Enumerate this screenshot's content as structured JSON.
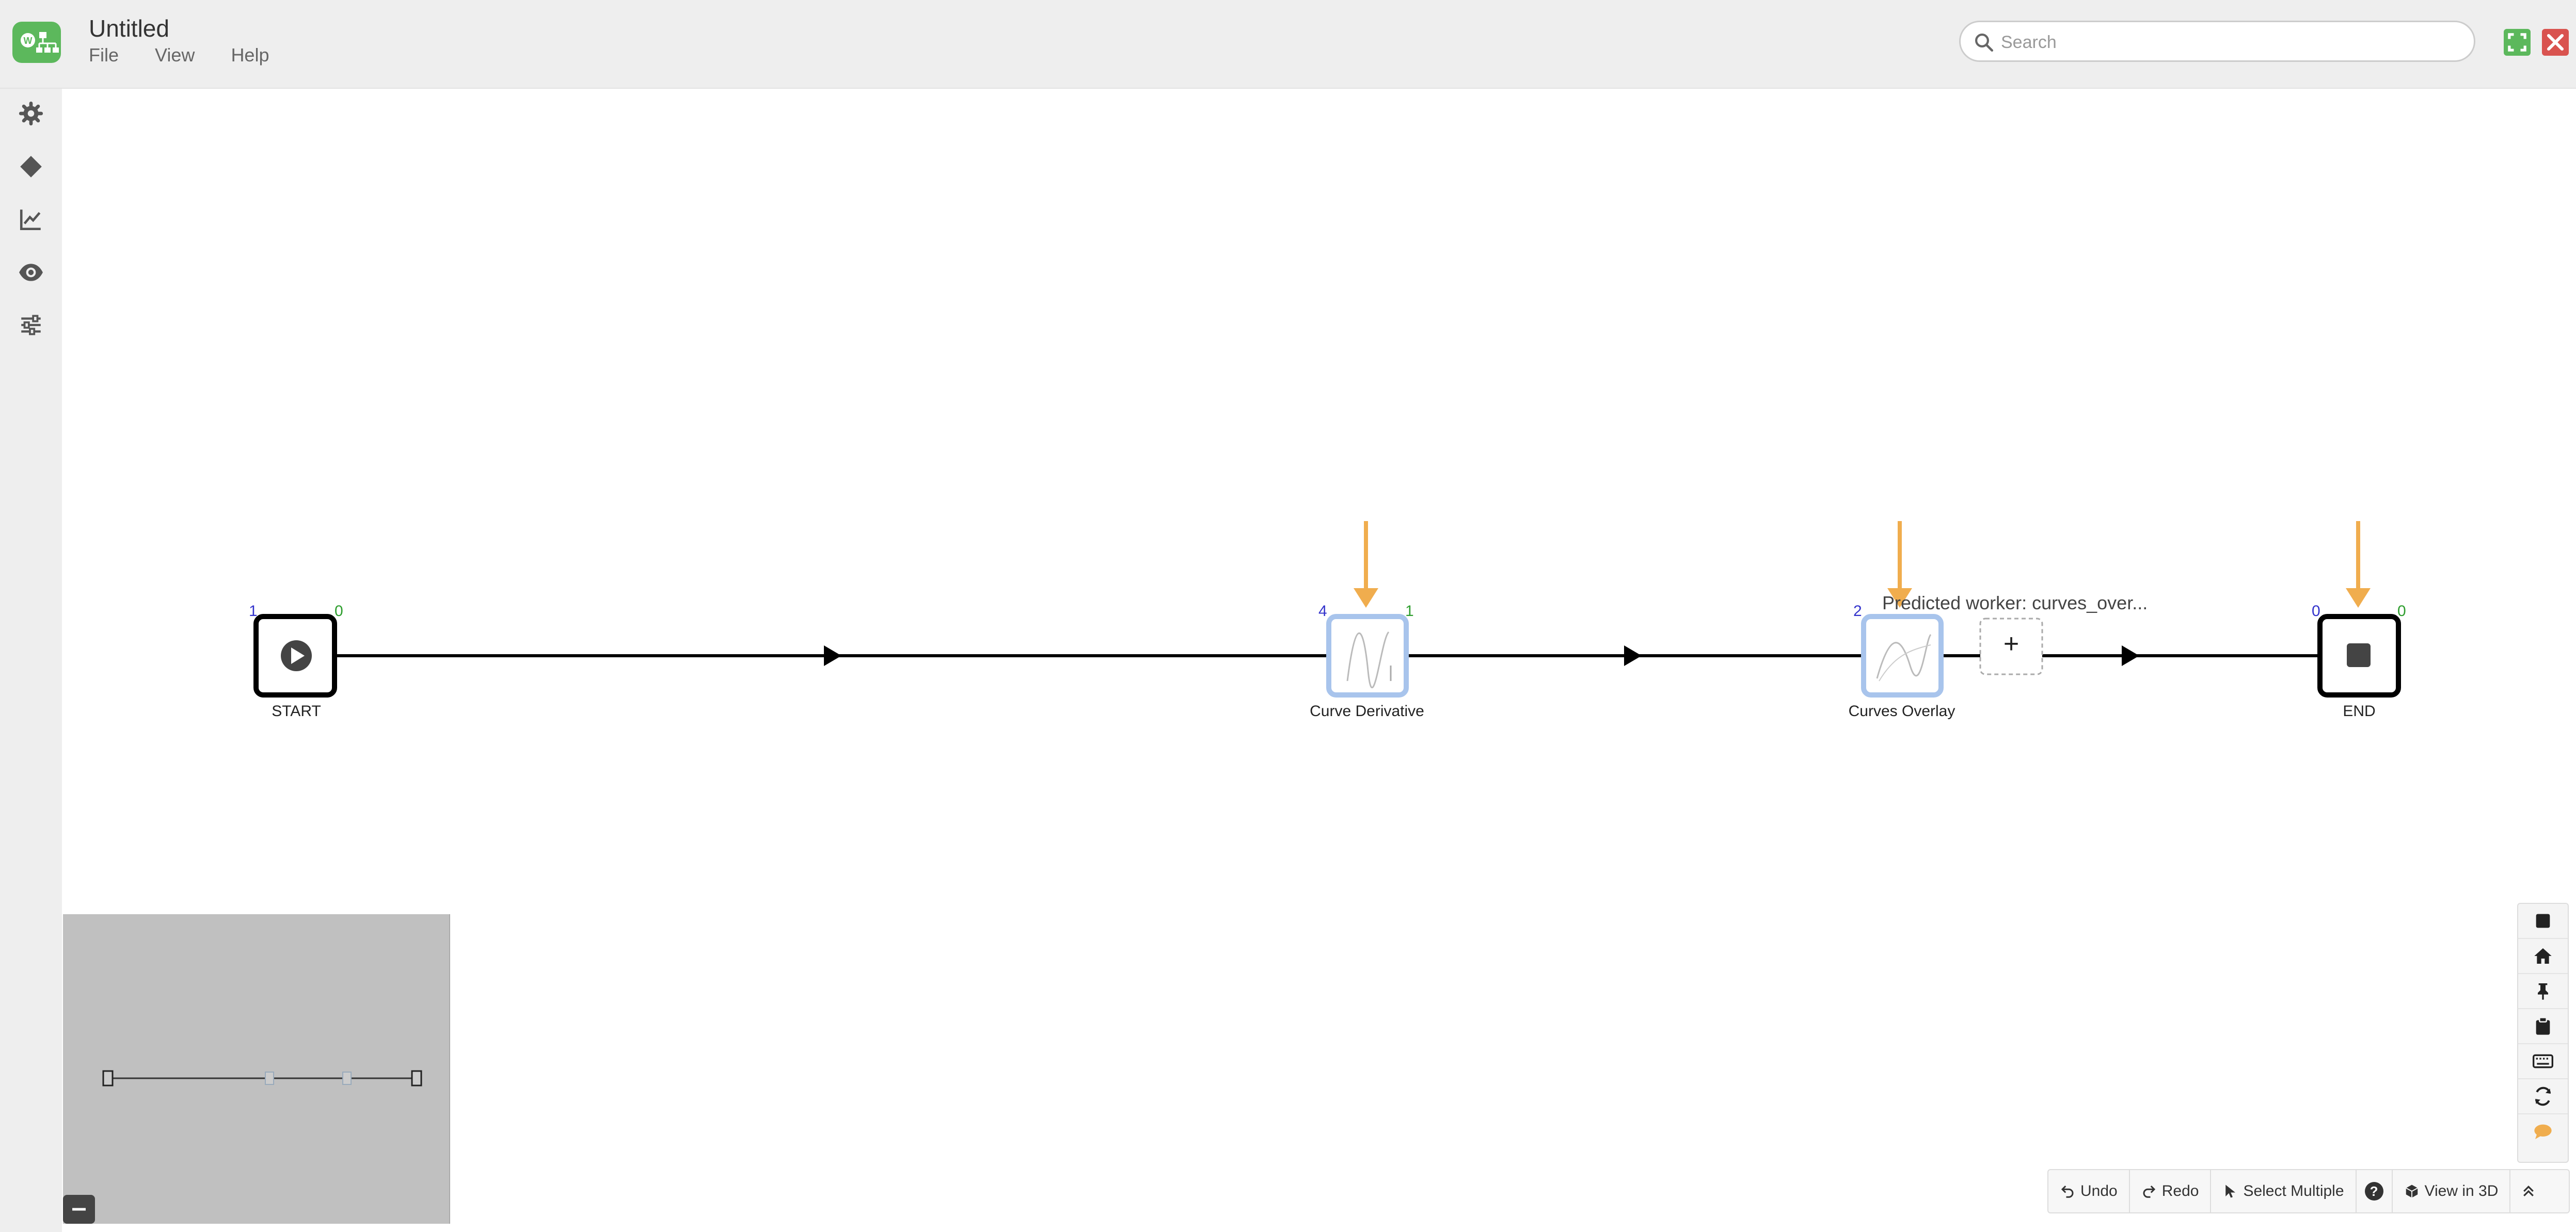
{
  "app": {
    "title": "Untitled",
    "menu": [
      "File",
      "View",
      "Help"
    ]
  },
  "search": {
    "placeholder": "Search",
    "value": ""
  },
  "sidebar": {
    "items": [
      "settings-icon",
      "diamond-icon",
      "chart-icon",
      "eye-icon",
      "sliders-icon"
    ]
  },
  "workflow": {
    "nodes": [
      {
        "id": "start",
        "label": "START",
        "in_count": "1",
        "out_count": "0"
      },
      {
        "id": "curve-derivative",
        "label": "Curve Derivative",
        "in_count": "4",
        "out_count": "1"
      },
      {
        "id": "curves-overlay",
        "label": "Curves Overlay",
        "in_count": "2",
        "out_count": ""
      },
      {
        "id": "end",
        "label": "END",
        "in_count": "0",
        "out_count": "0"
      }
    ],
    "predicted_worker": "Predicted worker: curves_over...",
    "add_node_symbol": "+"
  },
  "right_toolbar": [
    "stop-icon",
    "home-icon",
    "pin-icon",
    "clipboard-icon",
    "keyboard-icon",
    "refresh-icon",
    "chat-icon"
  ],
  "bottom_toolbar": {
    "undo": "Undo",
    "redo": "Redo",
    "select_multiple": "Select Multiple",
    "help": "?",
    "view_3d": "View in 3D"
  },
  "colors": {
    "accent_orange": "#f0ad4e",
    "node_blue": "#a8c4ec",
    "brand_green": "#5cb85c",
    "close_red": "#d9534f"
  }
}
